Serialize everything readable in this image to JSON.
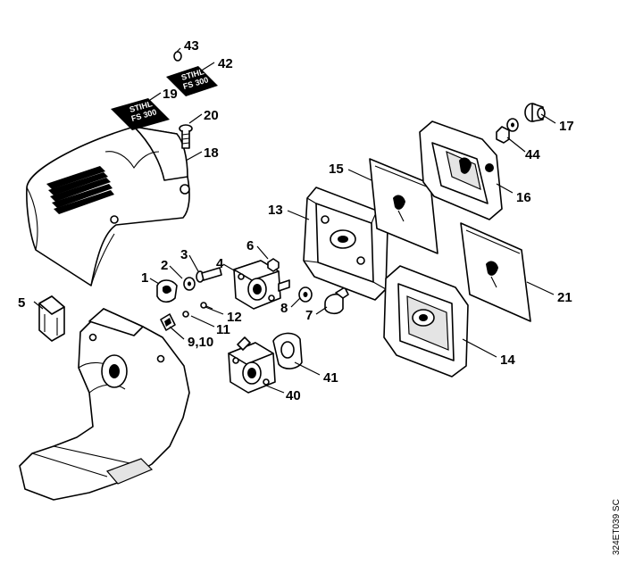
{
  "diagram": {
    "drawing_code": "324ET039 SC",
    "plate_lettering": {
      "line1": "STIHL",
      "line2": "FS 300"
    },
    "callouts": {
      "p1": "1",
      "p2": "2",
      "p3": "3",
      "p4": "4",
      "p5": "5",
      "p6": "6",
      "p7": "7",
      "p8": "8",
      "p9_10": "9,10",
      "p11": "11",
      "p12": "12",
      "p13": "13",
      "p14": "14",
      "p15": "15",
      "p16": "16",
      "p17": "17",
      "p18": "18",
      "p19": "19",
      "p20": "20",
      "p21": "21",
      "p40": "40",
      "p41": "41",
      "p42": "42",
      "p43": "43",
      "p44": "44"
    }
  }
}
